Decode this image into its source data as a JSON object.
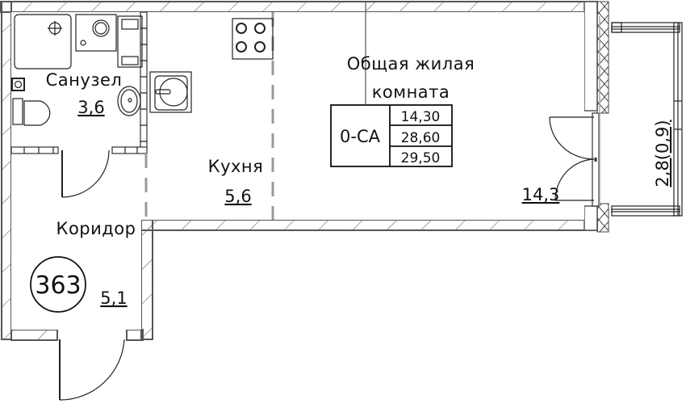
{
  "plan": {
    "apartment_number": "363",
    "rooms": [
      {
        "id": "bathroom",
        "name": "Санузел",
        "area": "3,6"
      },
      {
        "id": "kitchen",
        "name": "Кухня",
        "area": "5,6"
      },
      {
        "id": "living_room",
        "name_line1": "Общая жилая",
        "name_line2": "комната",
        "area": "14,3"
      },
      {
        "id": "corridor",
        "name": "Коридор",
        "area": "5,1"
      },
      {
        "id": "balcony",
        "area": "2,8(0,9)"
      }
    ],
    "summary_table": {
      "code": "0-СА",
      "values": [
        "14,30",
        "28,60",
        "29,50"
      ]
    }
  }
}
